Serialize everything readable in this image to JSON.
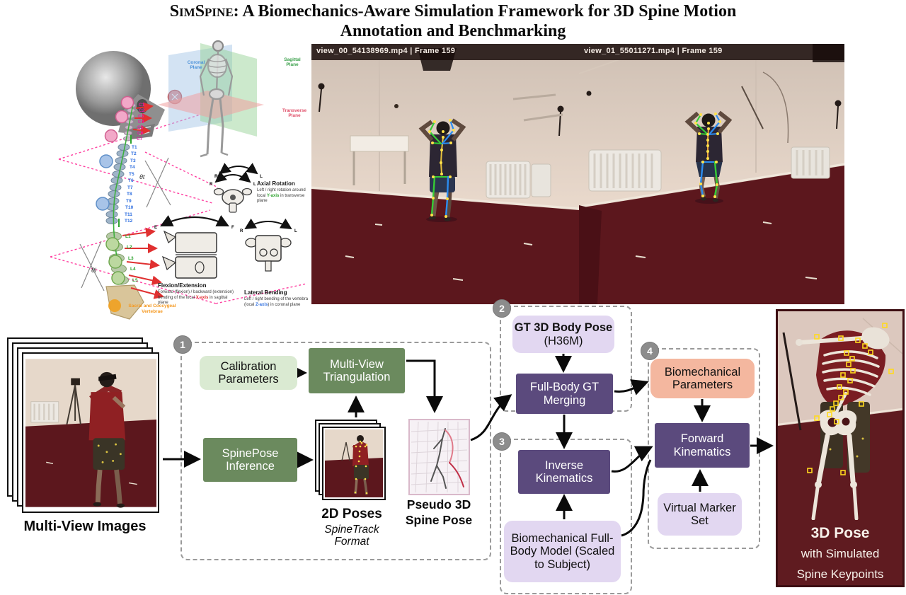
{
  "title": {
    "brand": "SimSpine",
    "rest": ": A Biomechanics-Aware Simulation Framework for 3D Spine Motion",
    "line2": "Annotation and Benchmarking"
  },
  "anatomy": {
    "cervical": [
      "C1",
      "C2",
      "C3",
      "C4",
      "C5",
      "C6",
      "C7"
    ],
    "thoracic": [
      "T1",
      "T2",
      "T3",
      "T4",
      "T5",
      "T6",
      "T7",
      "T8",
      "T9",
      "T10",
      "T11",
      "T12"
    ],
    "lumbar": [
      "L1",
      "L2",
      "L3",
      "L4",
      "L5"
    ],
    "sacral_label": "Sacral and Coccygeal Vertebrae",
    "theta_thoracic": "θt",
    "theta_lumbar": "θl",
    "planes": {
      "coronal": [
        "Coronal",
        "Plane"
      ],
      "sagittal": [
        "Sagittal",
        "Plane"
      ],
      "transverse": [
        "Transverse",
        "Plane"
      ]
    },
    "direction_labels": {
      "right": "R",
      "left": "L",
      "extension": "E",
      "flexion": "F"
    },
    "motions": {
      "axial": {
        "title": "Axial Rotation",
        "pre": "Left / right rotation around local ",
        "axis": "Y-axis",
        "post": " in transverse plane"
      },
      "flexion": {
        "title": "Flexion/Extension",
        "pre": "Forward (flexion) / backward (extension) bending of the local ",
        "axis": "X-axis",
        "post": " in sagittal plane"
      },
      "lateral": {
        "title": "Lateral Bending",
        "pre": "Left / right bending of the vertebra (local ",
        "axis": "Z-axis",
        "post": ") in coronal plane"
      }
    }
  },
  "videos": [
    {
      "label": "view_00_54138969.mp4 | Frame 159"
    },
    {
      "label": "view_01_55011271.mp4 | Frame 159"
    }
  ],
  "pipeline": {
    "multi_view_label": "Multi-View Images",
    "badges": [
      "1",
      "2",
      "3",
      "4"
    ],
    "calibration": "Calibration Parameters",
    "triangulation": "Multi-View Triangulation",
    "spinepose": "SpinePose Inference",
    "poses2d": {
      "title": "2D Poses",
      "subtitle": "SpineTrack Format"
    },
    "pseudo": "Pseudo 3D Spine Pose",
    "gt_pose": {
      "bold": "GT 3D Body Pose",
      "normal": " (H36M)"
    },
    "merging": "Full-Body GT Merging",
    "ik": "Inverse Kinematics",
    "model": "Biomechanical Full-Body Model (Scaled to Subject)",
    "biomech_params": "Biomechanical Parameters",
    "fk": "Forward Kinematics",
    "marker_set": "Virtual Marker Set",
    "output": {
      "title": "3D Pose",
      "line2": "with Simulated",
      "line3": "Spine Keypoints"
    }
  },
  "colors": {
    "box_dark_green": "#6b8a5e",
    "box_light_green": "#daead2",
    "box_dark_purple": "#5b4a7d",
    "box_lavender": "#e2d7f1",
    "box_salmon": "#f4b79f",
    "badge_grey": "#8c8c8c",
    "dashed_border": "#9a9a9a",
    "panel_maroon": "#5f1b20",
    "carpet": "#5a161c",
    "wall": "#e3d6c9",
    "overlay_green": "#35cc35",
    "overlay_blue": "#2b8cf0",
    "overlay_yellow": "#ffe24a",
    "cervical_label": "#e61ca5",
    "thoracic_label": "#2b6cdf",
    "lumbar_label": "#2fa32f",
    "sacral_label": "#f59a23",
    "axis_x": "#e03030",
    "axis_y": "#2fa32f",
    "axis_z": "#2b6cdf",
    "plane_coronal": "#4a90d9",
    "plane_sagittal": "#3aa04a",
    "plane_transverse": "#e0506a"
  }
}
